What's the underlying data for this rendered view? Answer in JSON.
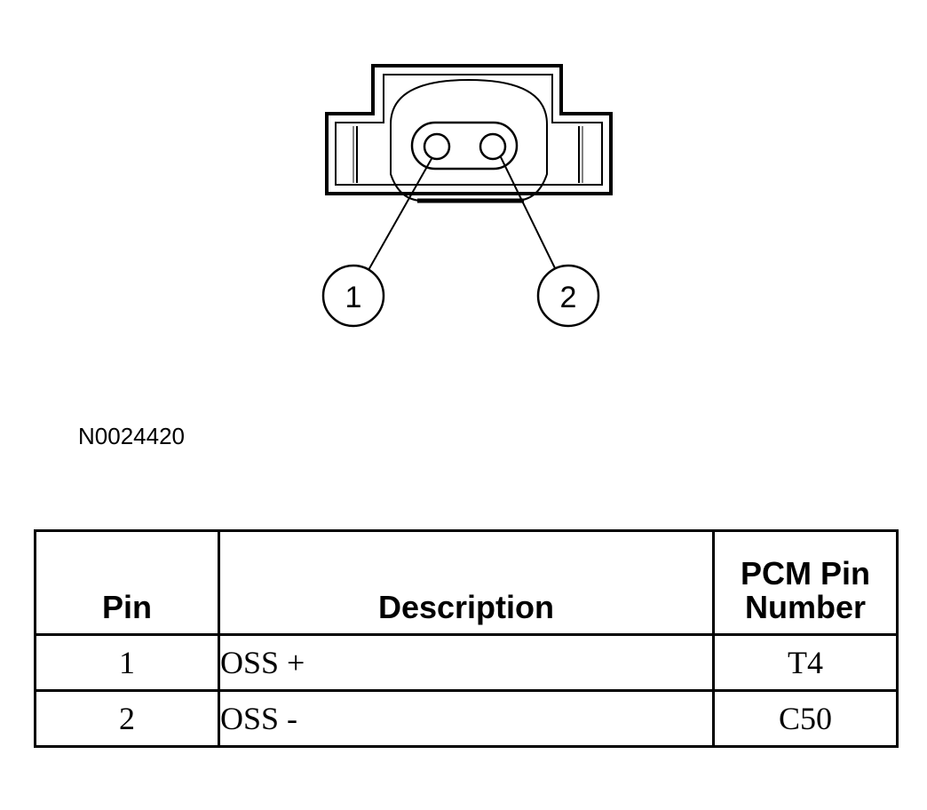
{
  "diagram": {
    "callouts": [
      "1",
      "2"
    ]
  },
  "figure_id": "N0024420",
  "table": {
    "headers": {
      "pin": "Pin",
      "description": "Description",
      "pcm_line1": "PCM Pin",
      "pcm_line2": "Number"
    },
    "rows": [
      {
        "pin": "1",
        "description": "OSS +",
        "pcm": "T4"
      },
      {
        "pin": "2",
        "description": "OSS -",
        "pcm": "C50"
      }
    ]
  }
}
